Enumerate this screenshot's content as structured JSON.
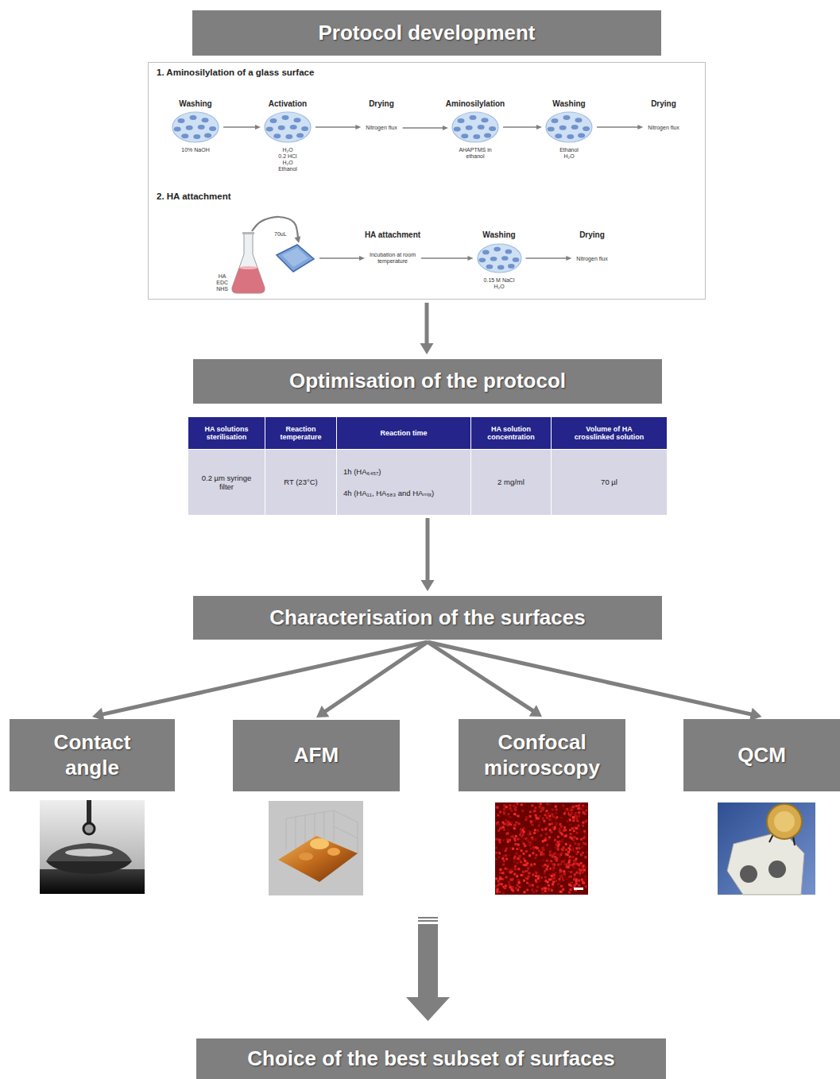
{
  "diagram": {
    "nodes": [
      {
        "text": [
          "Protocol development"
        ]
      },
      {
        "text": [
          "1. Aminosilylation of a glass surface",
          "2. HA attachment"
        ]
      },
      {
        "text": [
          "Washing",
          "10% NaOH"
        ],
        "in": 1
      },
      {
        "text": [
          "Activation",
          "H₂O",
          "0.2 HCl",
          "H₂O",
          "Ethanol"
        ],
        "in": 1
      },
      {
        "text": [
          "Drying",
          "Nitrogen flux"
        ],
        "in": 1
      },
      {
        "text": [
          "Aminosilylation",
          "AHAPTMS in ethanol"
        ],
        "in": 1
      },
      {
        "text": [
          "Washing",
          "Ethanol",
          "H₂O"
        ],
        "in": 1
      },
      {
        "text": [
          "Drying",
          "Nitrogen flux"
        ],
        "in": 1
      },
      {
        "text": [
          "HA",
          "EDC",
          "NHS"
        ],
        "in": 1
      },
      {
        "text": [
          "70uL"
        ],
        "in": 1
      },
      {
        "text": [
          "HA attachment",
          "Incubation at room temperature"
        ],
        "in": 1
      },
      {
        "text": [
          "Washing",
          "0.15 M NaCl",
          "H₂O"
        ],
        "in": 1
      },
      {
        "text": [
          "Drying",
          "Nitrogen flux"
        ],
        "in": 1
      },
      {
        "text": [
          "Optimisation of the protocol"
        ]
      },
      {
        "text": [
          "HA solutions sterilisation",
          "Reaction temperature",
          "Reaction time",
          "HA solution concentration",
          "Volume of HA crosslinked solution",
          "0.2 µm syringe filter",
          "RT (23°C)",
          "1h (HA₆₄₅₇)",
          "4h (HA₁₁, HA₅₈₃ and HAₘᵢₓ)",
          "2 mg/ml",
          "70 µl"
        ]
      },
      {
        "text": [
          "Characterisation of the surfaces"
        ]
      },
      {
        "text": [
          "Contact angle"
        ]
      },
      {
        "text": [
          "AFM"
        ]
      },
      {
        "text": [
          "Confocal microscopy"
        ]
      },
      {
        "text": [
          "QCM"
        ]
      },
      {
        "text": [
          "Choice of the best subset of surfaces"
        ]
      }
    ],
    "edges": [
      {
        "from": 2,
        "to": 3,
        "arrow": "to"
      },
      {
        "from": 3,
        "to": 4,
        "arrow": "to"
      },
      {
        "from": 4,
        "to": 5,
        "arrow": "to"
      },
      {
        "from": 5,
        "to": 6,
        "arrow": "to"
      },
      {
        "from": 6,
        "to": 7,
        "arrow": "to"
      },
      {
        "from": 8,
        "to": 9,
        "arrow": "to"
      },
      {
        "from": 9,
        "to": 10,
        "arrow": "to"
      },
      {
        "from": 10,
        "to": 11,
        "arrow": "to"
      },
      {
        "from": 11,
        "to": 12,
        "arrow": "to"
      },
      {
        "from": 1,
        "to": 13,
        "arrow": "to"
      },
      {
        "from": 14,
        "to": 15,
        "arrow": "to"
      },
      {
        "from": 15,
        "to": 16,
        "arrow": "to"
      },
      {
        "from": 15,
        "to": 17,
        "arrow": "to"
      },
      {
        "from": 15,
        "to": 18,
        "arrow": "to"
      },
      {
        "from": 15,
        "to": 19,
        "arrow": "to"
      }
    ]
  }
}
